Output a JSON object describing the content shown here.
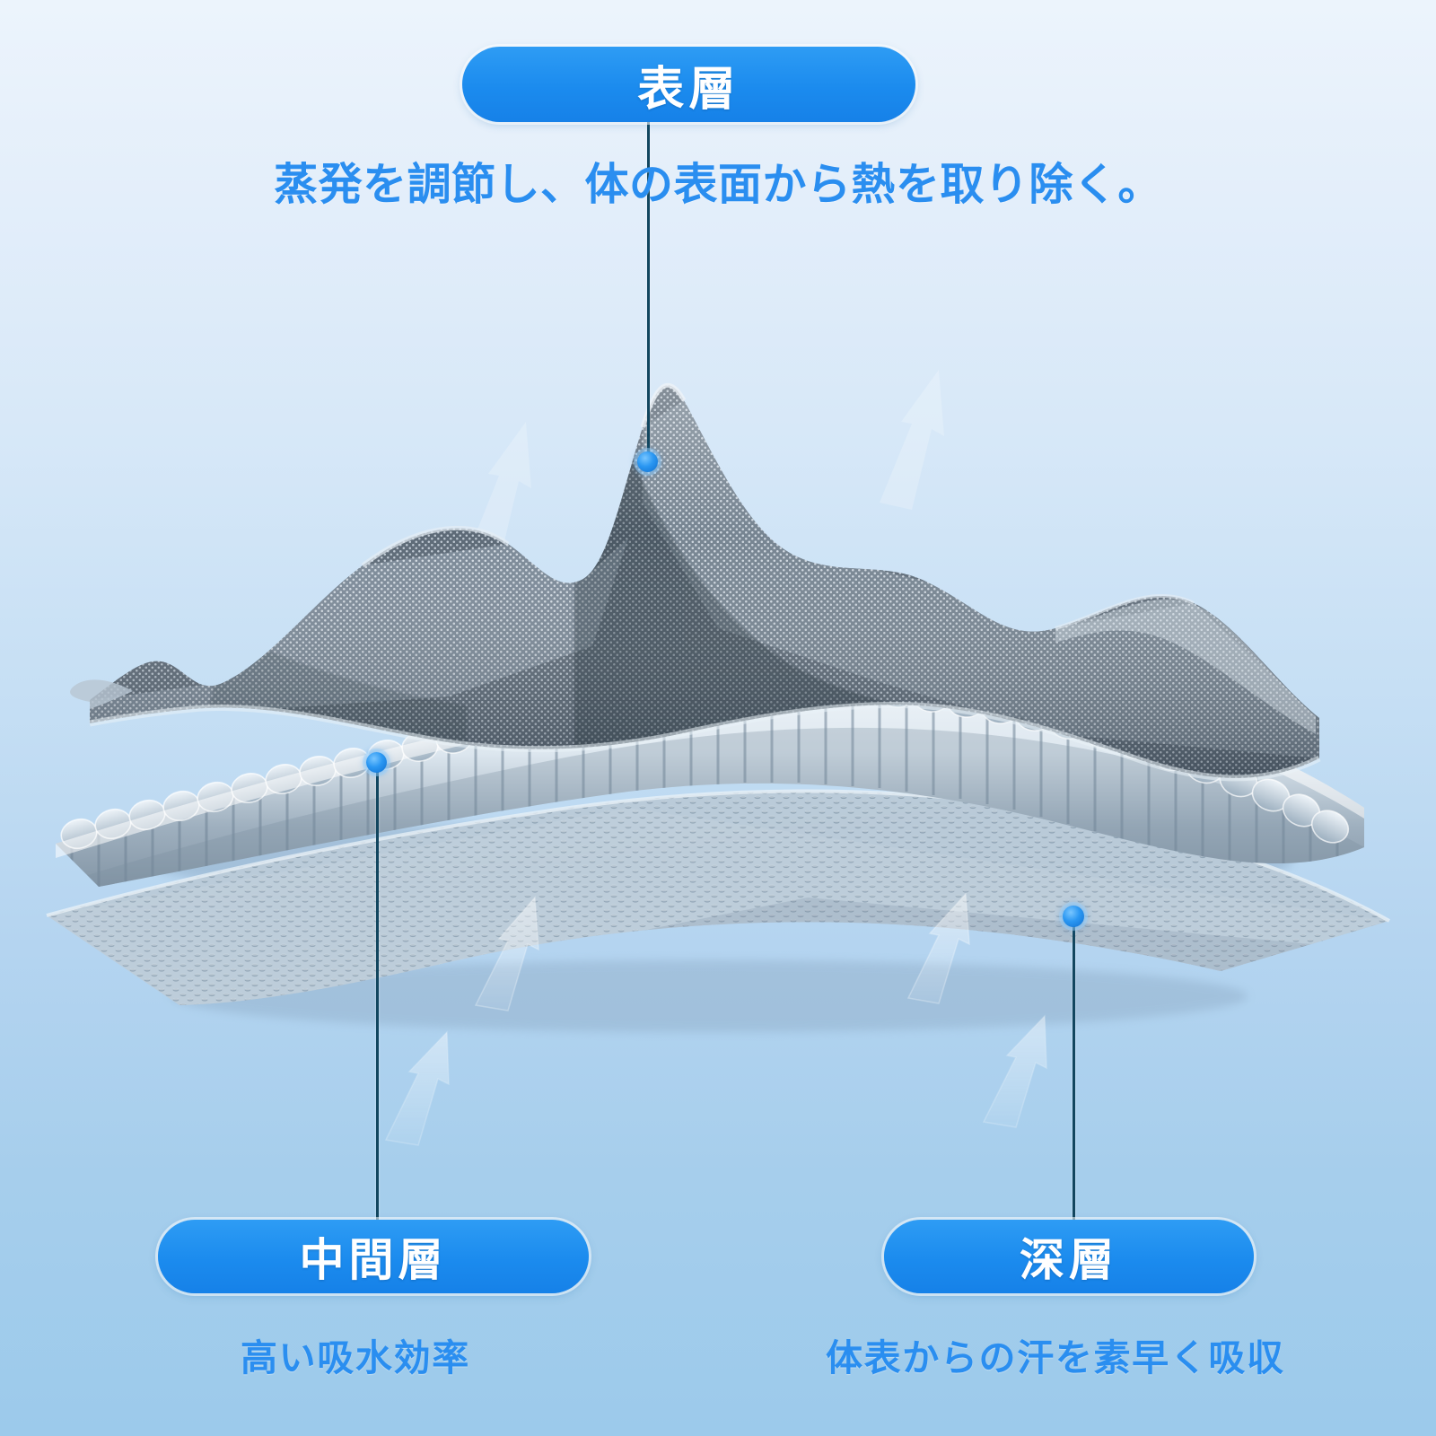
{
  "page": {
    "title": "3層構造 冷感素材 説明図",
    "background_top_color": "#ecf4fc",
    "background_bottom_color": "#9ccaeb",
    "accent_color": "#1b8bee",
    "text_accent_color": "#2a8ef0",
    "leader_line_color": "#12465f"
  },
  "layers": {
    "surface": {
      "badge_label": "表層",
      "caption": "蒸発を調節し、体の表面から熱を取り除く。",
      "marker_name": "surface-layer-marker",
      "material_color": "#5a6672"
    },
    "middle": {
      "badge_label": "中間層",
      "caption": "高い吸水効率",
      "marker_name": "middle-layer-marker",
      "material_color": "#c3d2de"
    },
    "deep": {
      "badge_label": "深層",
      "caption": "体表からの汗を素早く吸収",
      "marker_name": "deep-layer-marker",
      "material_color": "#b7c8d6"
    }
  },
  "icons": {
    "surface_dot": "marker-dot-icon",
    "middle_dot": "marker-dot-icon",
    "deep_dot": "marker-dot-icon",
    "airflow_arrow": "up-arrow-icon"
  }
}
